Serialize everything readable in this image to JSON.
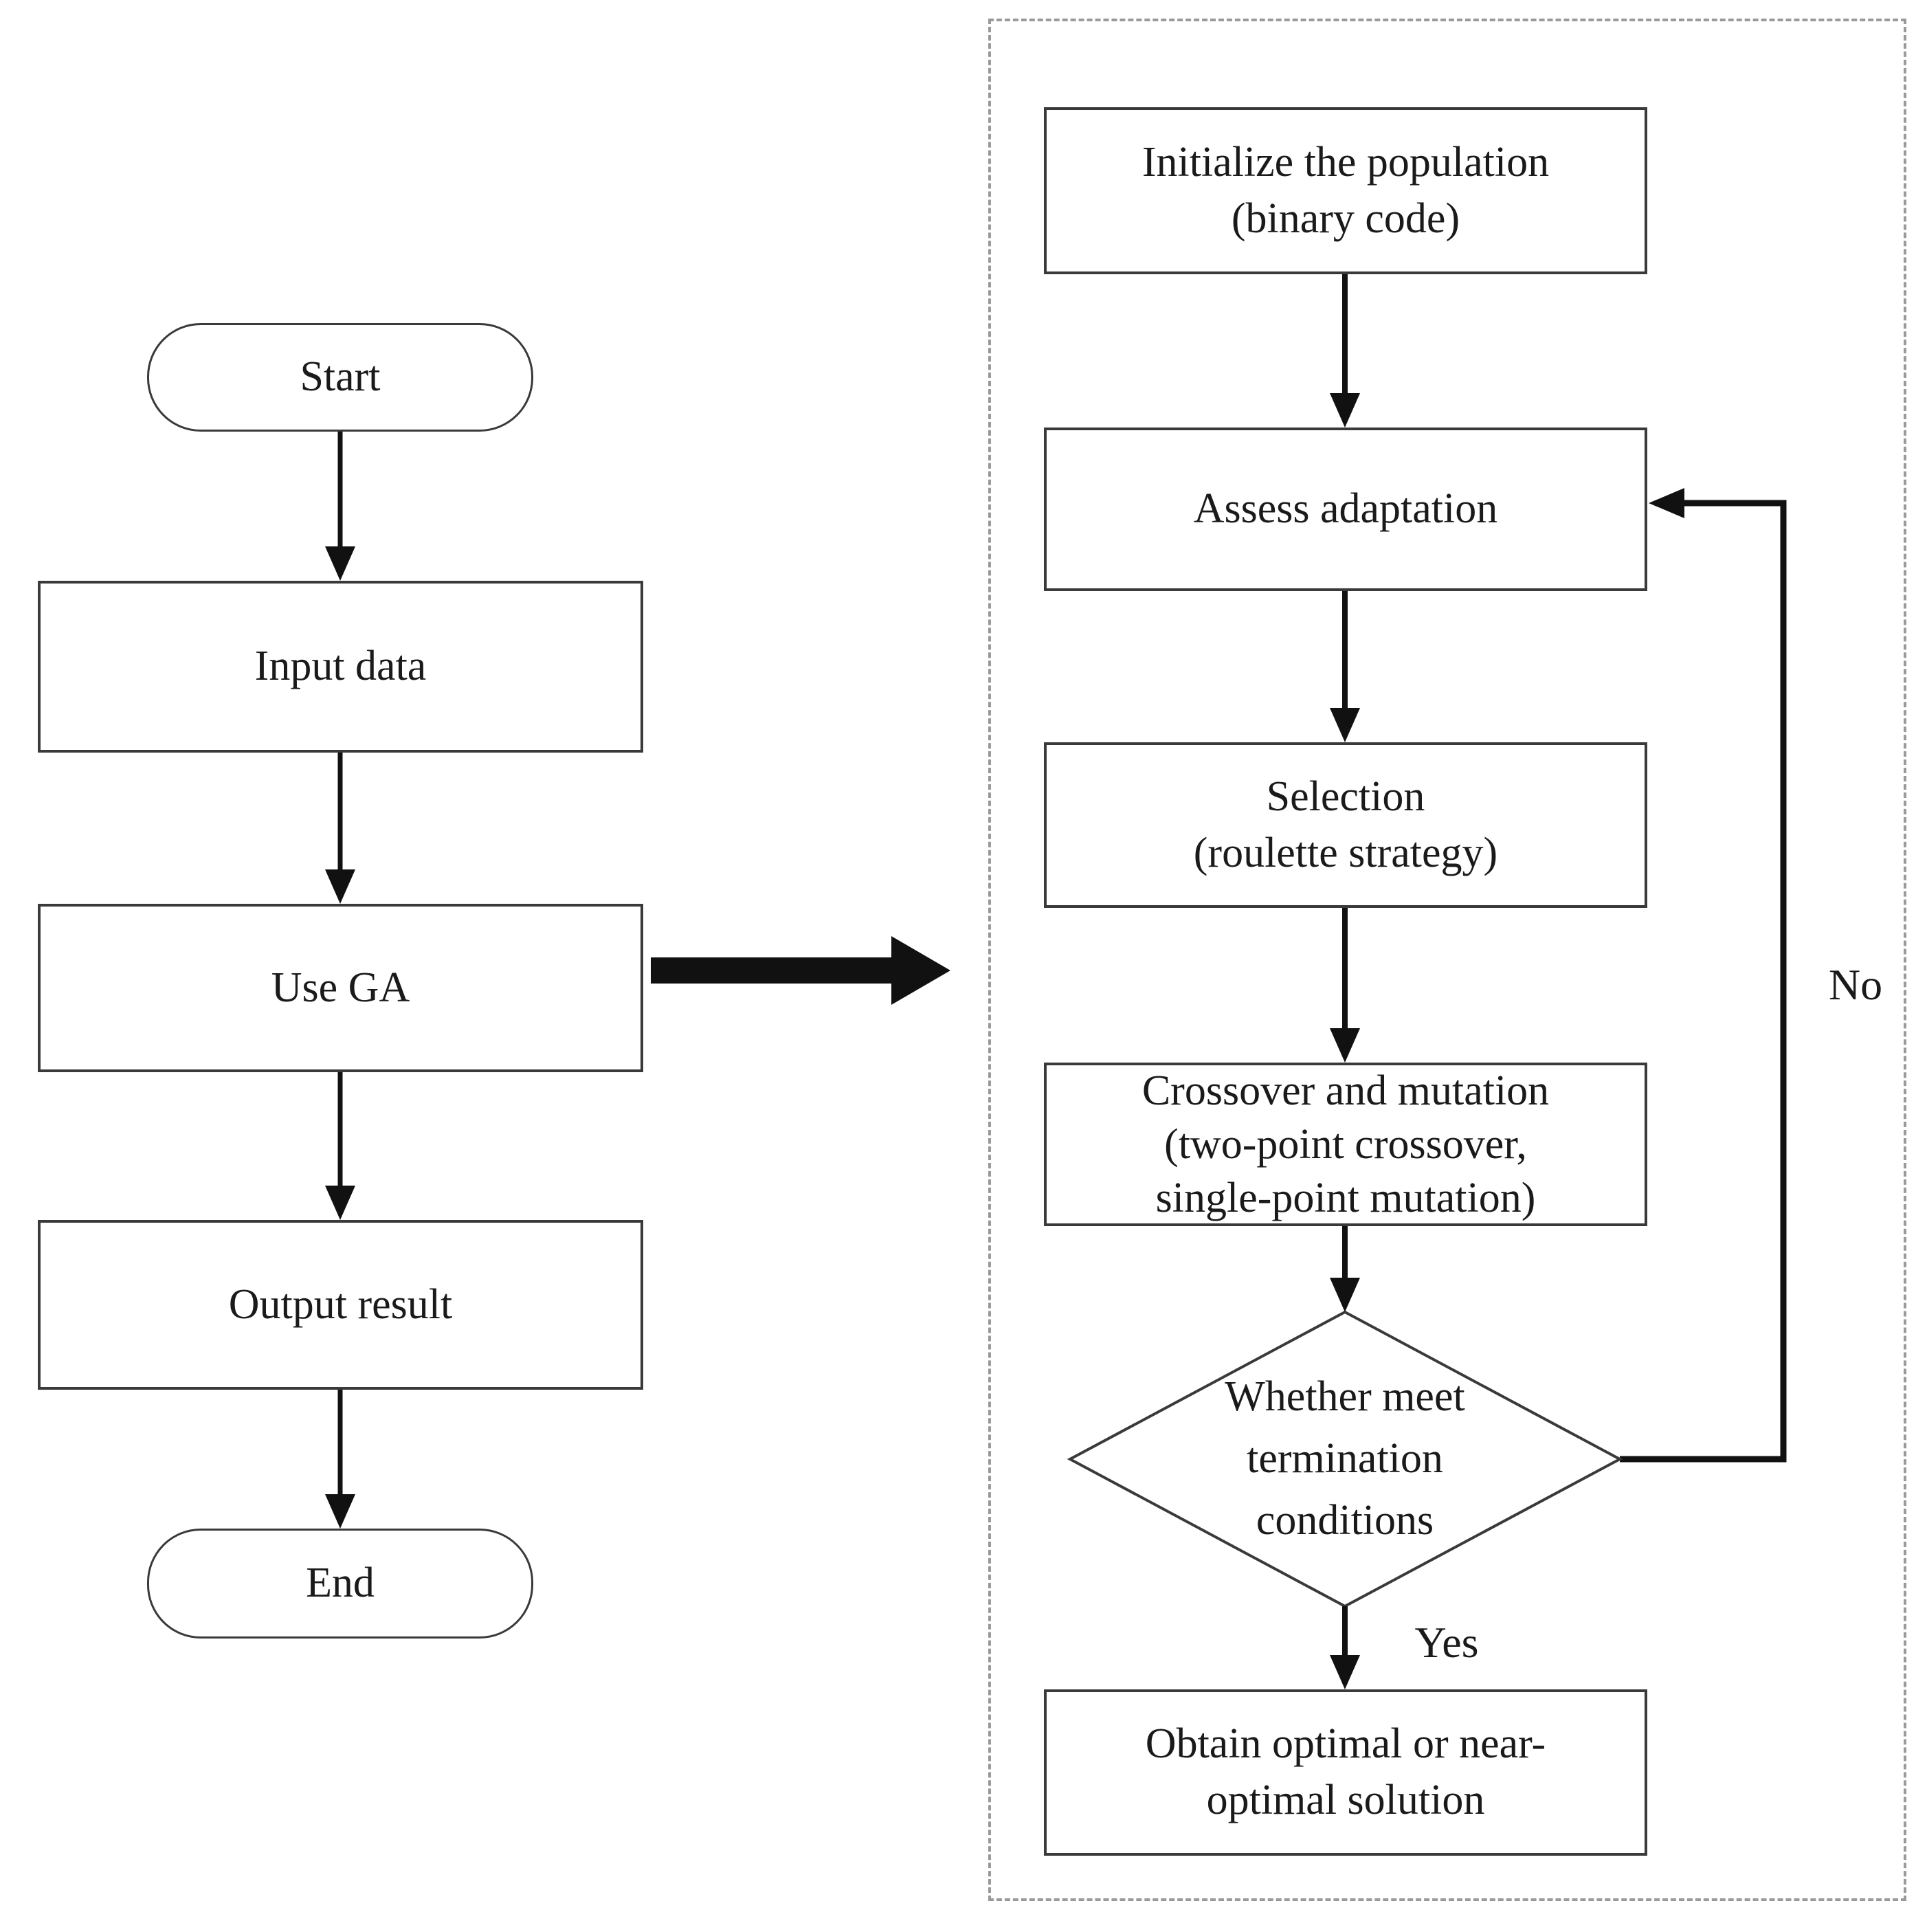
{
  "figure": {
    "background_color": "#ffffff",
    "box_border_color": "#3a3a3a",
    "connector_color": "#111111",
    "dashed_panel_border_color": "#9a9a9a",
    "text_color": "#1a1a1a"
  },
  "left_flow": {
    "start": "Start",
    "input_data": "Input data",
    "use_ga": "Use GA",
    "output_result": "Output result",
    "end": "End"
  },
  "right_flow": {
    "initialize": "Initialize the population\n(binary code)",
    "assess": "Assess adaptation",
    "selection": "Selection\n(roulette  strategy)",
    "crossover": "Crossover and mutation\n(two-point crossover,\nsingle-point mutation)",
    "decision": "Whether meet\ntermination\nconditions",
    "obtain": "Obtain optimal or near-\noptimal solution",
    "no_label": "No",
    "yes_label": "Yes"
  }
}
